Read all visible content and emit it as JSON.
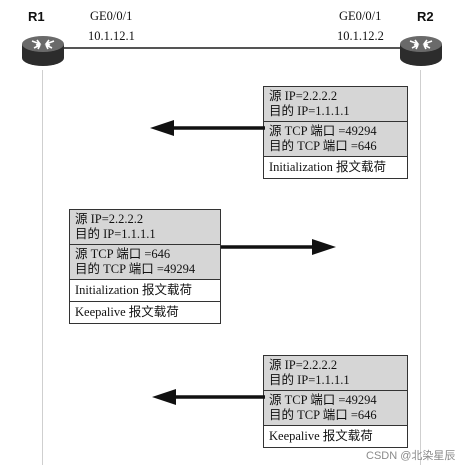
{
  "topology": {
    "r1": {
      "label": "R1",
      "interface": "GE0/0/1",
      "ip": "10.1.12.1"
    },
    "r2": {
      "label": "R2",
      "interface": "GE0/0/1",
      "ip": "10.1.12.2"
    }
  },
  "packets": [
    {
      "direction": "R2 to R1",
      "src_ip": "源 IP=2.2.2.2",
      "dst_ip": "目的 IP=1.1.1.1",
      "src_port": "源 TCP 端口 =49294",
      "dst_port": "目的 TCP 端口 =646",
      "payloads": [
        "Initialization 报文载荷"
      ]
    },
    {
      "direction": "R1 to R2",
      "src_ip": "源 IP=2.2.2.2",
      "dst_ip": "目的 IP=1.1.1.1",
      "src_port": "源 TCP 端口 =646",
      "dst_port": "目的 TCP 端口 =49294",
      "payloads": [
        "Initialization 报文载荷",
        "Keepalive 报文载荷"
      ]
    },
    {
      "direction": "R2 to R1",
      "src_ip": "源 IP=2.2.2.2",
      "dst_ip": "目的 IP=1.1.1.1",
      "src_port": "源 TCP 端口 =49294",
      "dst_port": "目的 TCP 端口 =646",
      "payloads": [
        "Keepalive 报文载荷"
      ]
    }
  ],
  "watermark": "CSDN @北染星辰",
  "icons": {
    "router": "router-icon",
    "arrow_left": "arrow-left-icon",
    "arrow_right": "arrow-right-icon"
  }
}
